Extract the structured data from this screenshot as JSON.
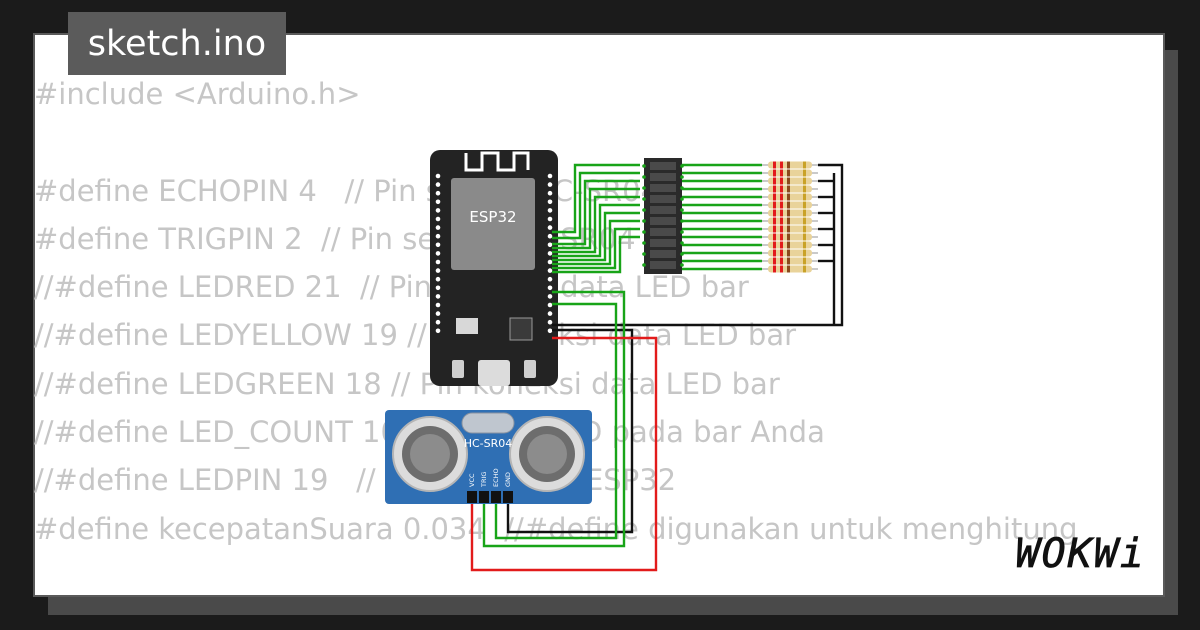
{
  "file_tab": {
    "title": "sketch.ino"
  },
  "code_lines": [
    "#include <Arduino.h>",
    "",
    "#define ECHOPIN 4   // Pin sensor HC-SR04",
    "#define TRIGPIN 2  // Pin sensor HC-SR04",
    "//#define LEDRED 21  // Pin koneksi data LED bar",
    "//#define LEDYELLOW 19 // Pin koneksi data LED bar",
    "//#define LEDGREEN 18 // Pin koneksi data LED bar",
    "//#define LED_COUNT 10 // Jumlah LED pada bar Anda",
    "//#define LEDPIN 19   // Pin LED pada ESP32",
    "#define kecepatanSuara 0.034  //#define digunakan untuk menghitung"
  ],
  "board": {
    "label": "ESP32"
  },
  "sensor": {
    "label": "HC-SR04",
    "pins": [
      "VCC",
      "TRIG",
      "ECHO",
      "GND"
    ]
  },
  "brand": {
    "logo": "WOKWi"
  },
  "colors": {
    "wire_green": "#18a418",
    "wire_red": "#e21b1b",
    "wire_black": "#111111",
    "sensor_blue": "#2f6fb4",
    "board_black": "#232323"
  }
}
